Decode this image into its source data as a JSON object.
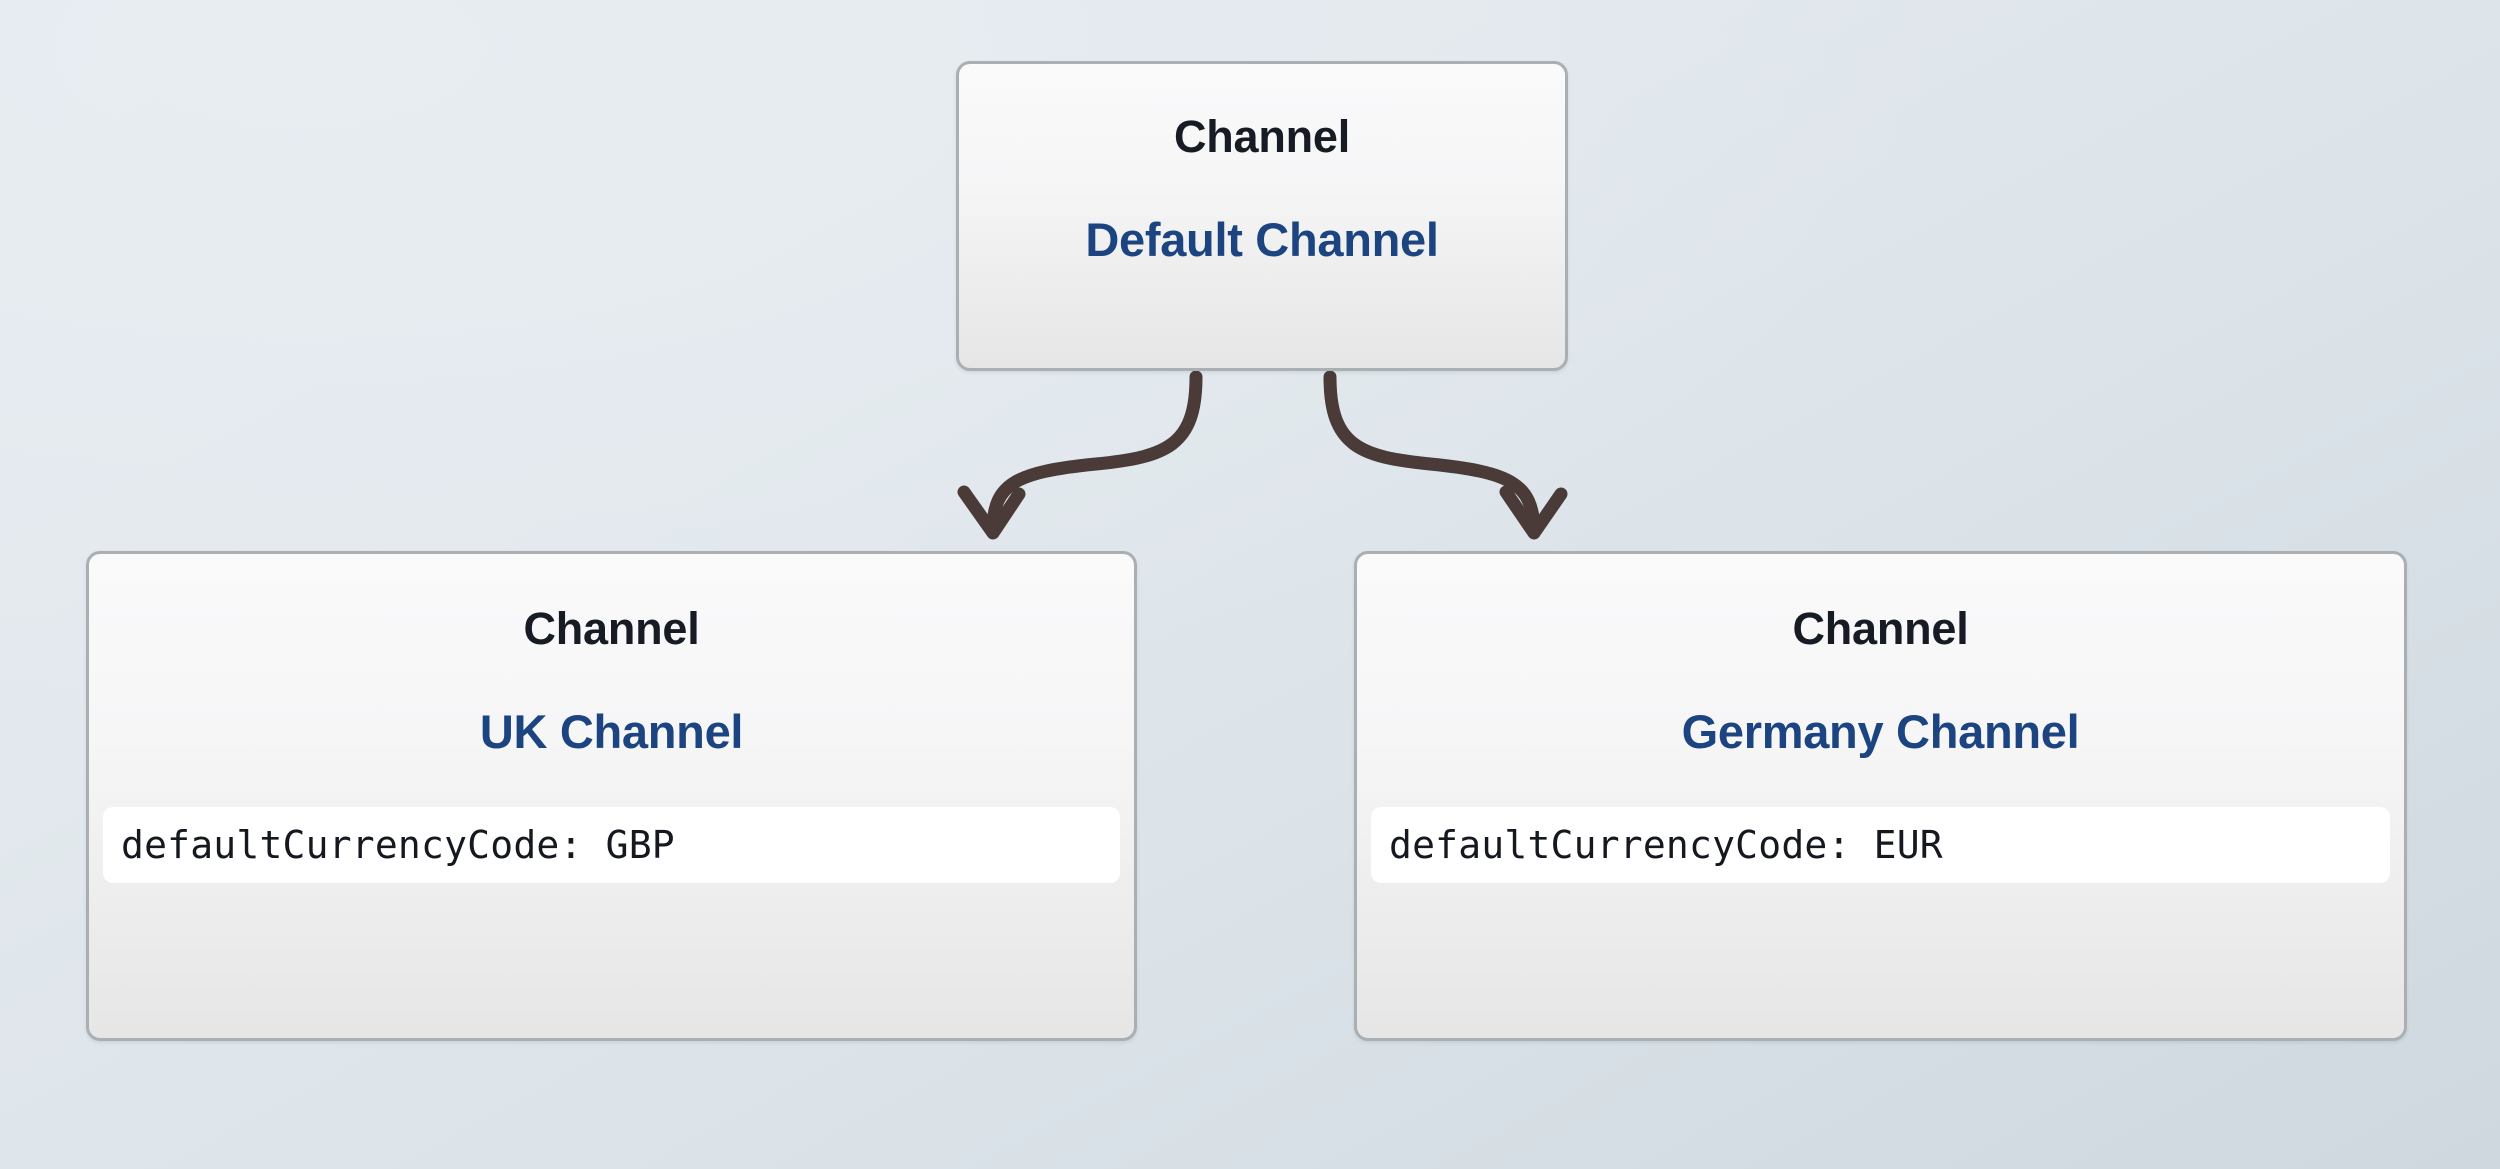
{
  "diagram": {
    "type": "entity-hierarchy",
    "background_color_top_left": "#e4eaef",
    "background_color_bottom_right": "#ced8de",
    "node_border_color": "#a9afb3",
    "node_title_color": "#1b4480",
    "node_type_color": "#171b24",
    "attribute_chip_color": "#ffffff",
    "edge_color": "#4a3b38",
    "nodes": [
      {
        "id": "root",
        "type_label": "Channel",
        "title": "Default Channel",
        "attributes": []
      },
      {
        "id": "uk",
        "type_label": "Channel",
        "title": "UK Channel",
        "attributes": [
          {
            "text": "defaultCurrencyCode: GBP",
            "key": "defaultCurrencyCode",
            "value": "GBP"
          }
        ]
      },
      {
        "id": "de",
        "type_label": "Channel",
        "title": "Germany Channel",
        "attributes": [
          {
            "text": "defaultCurrencyCode: EUR",
            "key": "defaultCurrencyCode",
            "value": "EUR"
          }
        ]
      }
    ],
    "edges": [
      {
        "id": "root-to-uk",
        "from": "root",
        "to": "uk",
        "style": "curved-arrow",
        "arrowhead": "open-v"
      },
      {
        "id": "root-to-de",
        "from": "root",
        "to": "de",
        "style": "curved-arrow",
        "arrowhead": "open-v"
      }
    ]
  }
}
